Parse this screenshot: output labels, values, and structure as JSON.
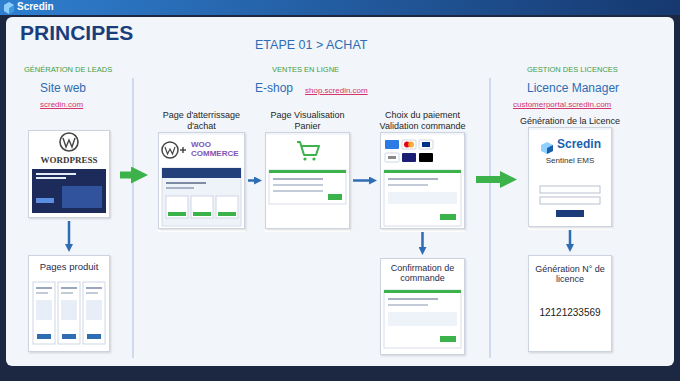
{
  "diagram": {
    "title": "PRINCIPES",
    "nodes": [
      {
        "text": [
          "WORDPRESS"
        ]
      },
      {
        "text": [
          "Pages produit"
        ]
      },
      {
        "text": [
          "Page d'atterrissage d'achat",
          "WOO COMMERCE"
        ]
      },
      {
        "text": [
          "Page Visualisation Panier"
        ]
      },
      {
        "text": [
          "Choix du paiement Validation commande"
        ]
      },
      {
        "text": [
          "Confirmation de commande"
        ]
      },
      {
        "text": [
          "Génération de la Licence",
          "Scredin",
          "Sentinel EMS"
        ]
      },
      {
        "text": [
          "Génération N° de licence",
          "12121233569"
        ]
      }
    ],
    "edges": [
      {
        "from": 0,
        "to": 1,
        "arrow": "to"
      },
      {
        "from": 0,
        "to": 2,
        "arrow": "to"
      },
      {
        "from": 2,
        "to": 3,
        "arrow": "to"
      },
      {
        "from": 3,
        "to": 4,
        "arrow": "to"
      },
      {
        "from": 4,
        "to": 5,
        "arrow": "to"
      },
      {
        "from": 4,
        "to": 6,
        "arrow": "to"
      },
      {
        "from": 6,
        "to": 7,
        "arrow": "to"
      }
    ],
    "labels": [
      "Scredin",
      "ETAPE 01 > ACHAT",
      "GÉNÉRATION DE LEADS",
      "Site web",
      "scredin.com",
      "VENTES EN LIGNE",
      "E-shop",
      "shop.scredin.com",
      "GESTION DES LICENCES",
      "Licence Manager",
      "customerportal.scredin.com"
    ]
  }
}
